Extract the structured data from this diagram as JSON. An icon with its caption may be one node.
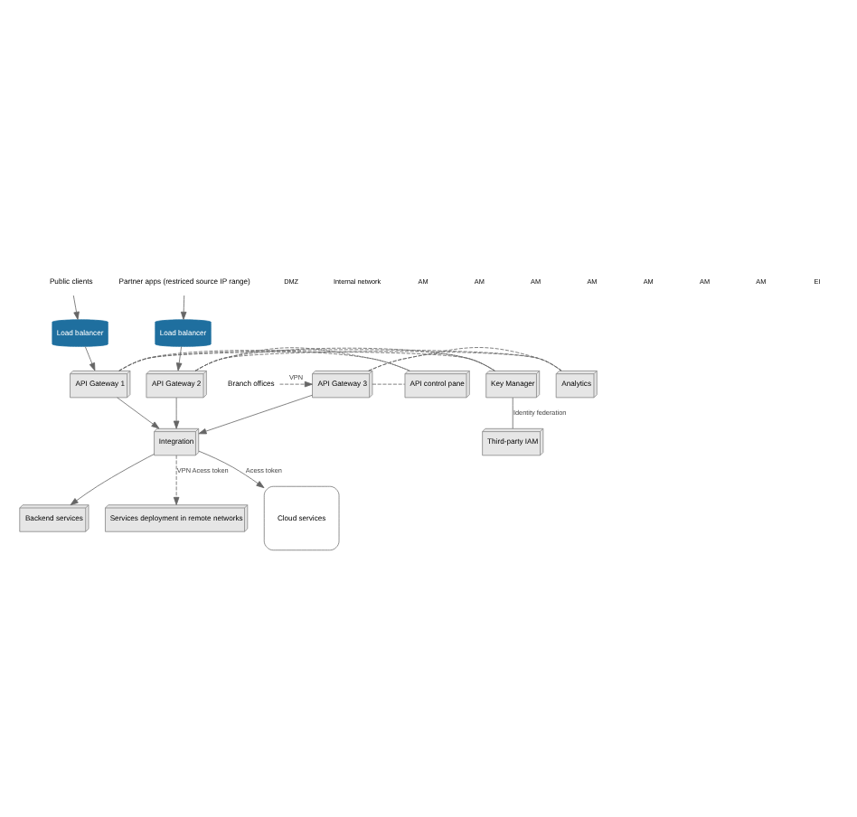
{
  "diagram": {
    "nodes": [
      {
        "text": [
          "Public clients"
        ]
      },
      {
        "text": [
          "Partner apps (restriced source IP range)"
        ]
      },
      {
        "text": [
          "Load balancer"
        ]
      },
      {
        "text": [
          "Load balancer"
        ]
      },
      {
        "text": [
          "Analytics"
        ]
      },
      {
        "text": [
          "Key Manager"
        ]
      },
      {
        "text": [
          "API control pane"
        ]
      },
      {
        "text": [
          "API Gateway 1"
        ]
      },
      {
        "text": [
          "API Gateway 2"
        ]
      },
      {
        "text": [
          "API Gateway 3"
        ]
      },
      {
        "text": [
          "Branch offices"
        ]
      },
      {
        "text": [
          "Third-party IAM"
        ]
      },
      {
        "text": [
          "Integration"
        ]
      },
      {
        "text": [
          "Backend services"
        ]
      },
      {
        "text": [
          "Services deployment in remote networks"
        ]
      },
      {
        "text": [
          "Cloud services"
        ]
      }
    ],
    "edges": [
      {
        "from": 0,
        "to": 2,
        "arrow": "to"
      },
      {
        "from": 1,
        "to": 3,
        "arrow": "to"
      },
      {
        "from": 2,
        "to": 7,
        "arrow": "to"
      },
      {
        "from": 3,
        "to": 8,
        "arrow": "to"
      },
      {
        "from": 10,
        "to": 9,
        "arrow": "to",
        "style": "dashed",
        "label": "VPN"
      },
      {
        "from": 7,
        "to": 4,
        "arrow": "none",
        "style": "dashed"
      },
      {
        "from": 7,
        "to": 5,
        "arrow": "none",
        "style": "dashed"
      },
      {
        "from": 7,
        "to": 6,
        "arrow": "none",
        "style": "dashed"
      },
      {
        "from": 8,
        "to": 4,
        "arrow": "none",
        "style": "dashed"
      },
      {
        "from": 8,
        "to": 5,
        "arrow": "none",
        "style": "dashed"
      },
      {
        "from": 8,
        "to": 6,
        "arrow": "none",
        "style": "dashed"
      },
      {
        "from": 9,
        "to": 4,
        "arrow": "none",
        "style": "dashed"
      },
      {
        "from": 9,
        "to": 5,
        "arrow": "none",
        "style": "dashed"
      },
      {
        "from": 9,
        "to": 6,
        "arrow": "none",
        "style": "dashed"
      },
      {
        "from": 5,
        "to": 11,
        "arrow": "none",
        "label": "Identity federation"
      },
      {
        "from": 7,
        "to": 12,
        "arrow": "to"
      },
      {
        "from": 8,
        "to": 12,
        "arrow": "to"
      },
      {
        "from": 9,
        "to": 12,
        "arrow": "to"
      },
      {
        "from": 12,
        "to": 15,
        "arrow": "to",
        "label": "Acess token"
      },
      {
        "from": 12,
        "to": 13,
        "arrow": "to"
      },
      {
        "from": 12,
        "to": 14,
        "arrow": "to",
        "style": "dashed",
        "label": "VPN Acess token"
      }
    ],
    "labels": [
      "DMZ",
      "Internal network",
      "AM",
      "AM",
      "AM",
      "AM",
      "AM",
      "AM",
      "AM",
      "EI"
    ]
  }
}
